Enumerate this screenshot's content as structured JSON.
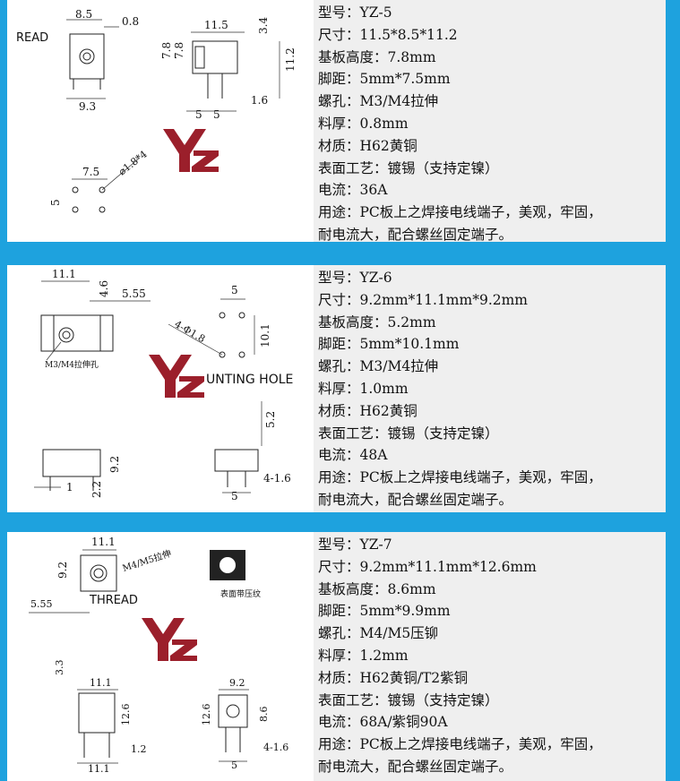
{
  "products": [
    {
      "model": "YZ-5",
      "specs": [
        "型号：YZ-5",
        "尺寸：11.5*8.5*11.2",
        "基板高度：7.8mm",
        "脚距：5mm*7.5mm",
        "螺孔：M3/M4拉伸",
        "料厚：0.8mm",
        "材质：H62黄铜",
        "表面工艺：镀锡（支持定镍）",
        "电流：36A",
        "用途：PC板上之焊接电线端子，美观，牢固，",
        "耐电流大，配合螺丝固定端子。"
      ],
      "drawing_labels": {
        "read": "READ",
        "d85": "8.5",
        "d08": "0.8",
        "d93": "9.3",
        "d115": "11.5",
        "d34": "3.4",
        "d78a": "7.8",
        "d78b": "7.8",
        "d112": "11.2",
        "d16": "1.6",
        "d5a": "5",
        "d5b": "5",
        "d75": "7.5",
        "d5c": "5",
        "hole": "⌀1.8*4",
        "logo": "YZ"
      }
    },
    {
      "model": "YZ-6",
      "specs": [
        "型号：YZ-6",
        "尺寸：9.2mm*11.1mm*9.2mm",
        "基板高度：5.2mm",
        "脚距：5mm*10.1mm",
        "螺孔：M3/M4拉伸",
        "料厚：1.0mm",
        "材质：H62黄铜",
        "表面工艺：镀锡（支持定镍）",
        "电流：48A",
        "用途：PC板上之焊接电线端子，美观，牢固，",
        "耐电流大，配合螺丝固定端子。"
      ],
      "drawing_labels": {
        "d111": "11.1",
        "d46": "4.6",
        "d555": "5.55",
        "d5": "5",
        "d101": "10.1",
        "hole": "4-Φ1.8",
        "m3": "M3/M4拉伸孔",
        "mounting": "UNTING HOLE",
        "d52": "5.2",
        "d92": "9.2",
        "d22": "2.2",
        "d1": "1",
        "d416": "4-1.6",
        "d5b": "5",
        "logo": "YZ"
      }
    },
    {
      "model": "YZ-7",
      "specs": [
        "型号：YZ-7",
        "尺寸：9.2mm*11.1mm*12.6mm",
        "基板高度：8.6mm",
        "脚距：5mm*9.9mm",
        "螺孔：M4/M5压铆",
        "料厚：1.2mm",
        "材质：H62黄铜/T2紫铜",
        "表面工艺：镀锡（支持定镍）",
        "电流：68A/紫铜90A",
        "用途：PC板上之焊接电线端子，美观，牢固，",
        "耐电流大，配合螺丝固定端子。"
      ],
      "drawing_labels": {
        "d111a": "11.1",
        "m4": "M4/M5拉伸",
        "d92a": "9.2",
        "thread": "THREAD",
        "d555": "5.55",
        "surface": "表面带压纹",
        "d33": "3.3",
        "d111b": "11.1",
        "d126a": "12.6",
        "d12": "1.2",
        "d111c": "11.1",
        "d92b": "9.2",
        "d126b": "12.6",
        "d86": "8.6",
        "d416": "4-1.6",
        "d5": "5",
        "logo": "YZ"
      }
    }
  ]
}
